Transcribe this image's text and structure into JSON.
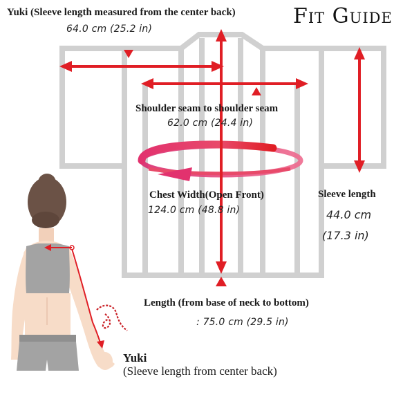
{
  "title": "Fit Guide",
  "labels": {
    "yuki_top_title": "Yuki (Sleeve length measured from the center back)",
    "yuki_top_value": "64.0 cm (25.2 in)",
    "shoulder_title": "Shoulder seam to shoulder seam",
    "shoulder_value": "62.0 cm (24.4 in)",
    "chest_title": "Chest Width(Open Front)",
    "chest_value": "124.0 cm (48.8 in)",
    "sleeve_title": "Sleeve length",
    "sleeve_value_cm": "44.0 cm",
    "sleeve_value_in": "(17.3 in)",
    "length_title": "Length (from base of neck to bottom)",
    "length_value": ": 75.0 cm (29.5 in)",
    "yuki_bottom_title": "Yuki",
    "yuki_bottom_sub": "(Sleeve length from center back)"
  },
  "colors": {
    "arrow": "#e01e25",
    "garment": "#d0d0d0",
    "chest_ring": "#e2326e",
    "skin": "#f7dcc8",
    "hair": "#6b5246",
    "clothing": "#a3a3a3"
  }
}
